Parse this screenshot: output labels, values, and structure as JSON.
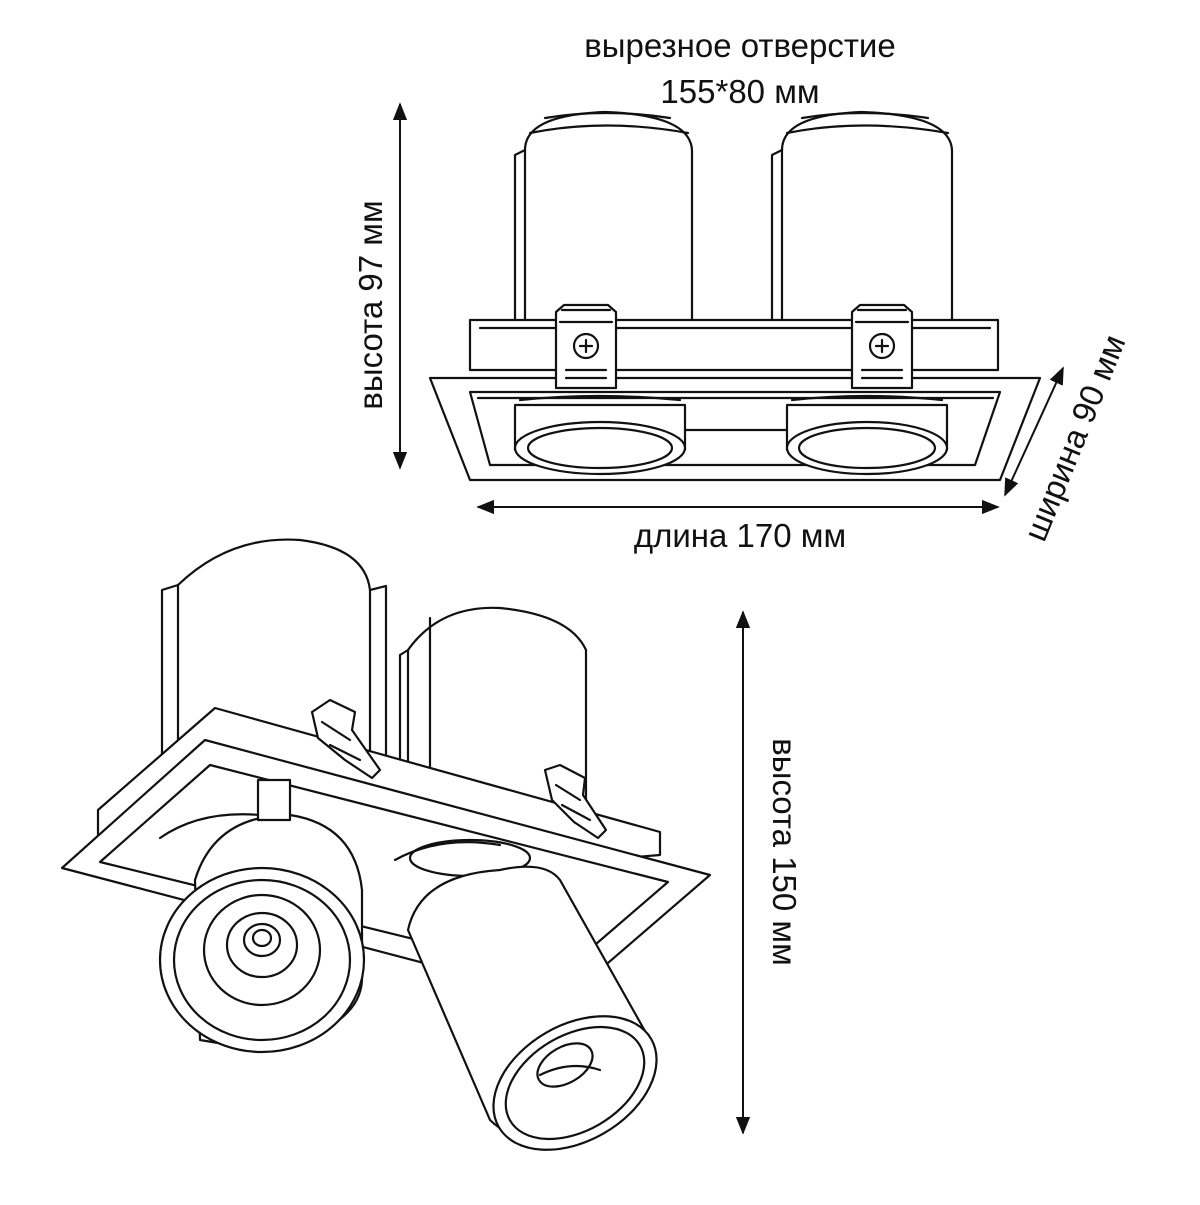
{
  "labels": {
    "cutout_line1": "вырезное отверстие",
    "cutout_line2": "155*80 мм",
    "height_top": "высота 97 мм",
    "width": "ширина 90 мм",
    "length": "длина 170 мм",
    "height_bottom": "высота 150 мм"
  }
}
